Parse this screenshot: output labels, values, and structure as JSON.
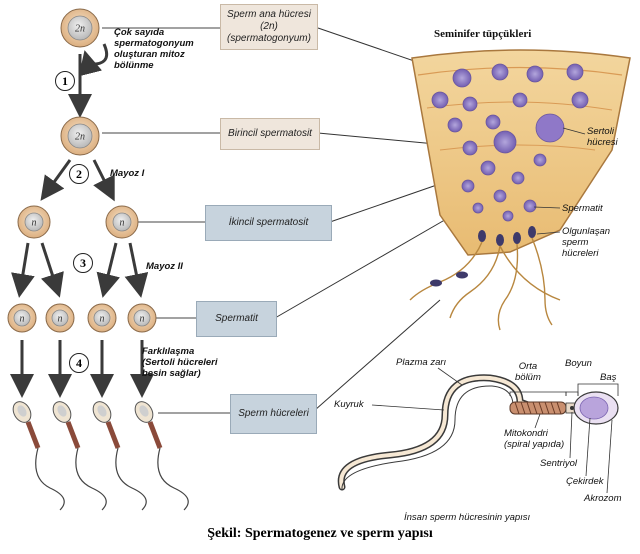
{
  "caption": "Şekil: Spermatogenez ve sperm yapısı",
  "boxes": {
    "spermatogonium": "Sperm ana hücresi (2n) (spermatogonyum)",
    "primary": "Birincil spermatosit",
    "secondary": "İkincil spermatosit",
    "spermatid": "Spermatit",
    "sperm": "Sperm hücreleri"
  },
  "steps": [
    "1",
    "2",
    "3",
    "4"
  ],
  "cell_labels": {
    "diploid": "2n",
    "haploid": "n"
  },
  "annotations": {
    "mitosis": [
      "Çok sayıda",
      "spermatogonyum",
      "oluşturan mitoz",
      "bölünme"
    ],
    "meiosis1": "Mayoz I",
    "meiosis2": "Mayoz II",
    "differentiation": [
      "Farklılaşma",
      "(Sertoli hücreleri",
      "besin sağlar)"
    ]
  },
  "tubule": {
    "title": "Seminifer tüpçükleri",
    "sertoli": [
      "Sertoli",
      "hücresi"
    ],
    "spermatid": "Spermatit",
    "maturing": [
      "Olgunlaşan",
      "sperm",
      "hücreleri"
    ]
  },
  "sperm_structure": {
    "title": "İnsan sperm hücresinin yapısı",
    "plasma": "Plazma zarı",
    "mid": [
      "Orta",
      "bölüm"
    ],
    "neck": "Boyun",
    "head": "Baş",
    "tail": "Kuyruk",
    "mito": [
      "Mitokondri",
      "(spiral yapıda)"
    ],
    "centriole": "Sentriyol",
    "nucleus": "Çekirdek",
    "acrosome": "Akrozom"
  },
  "colors": {
    "beige_box": "#efe6dc",
    "blue_box": "#c7d3dd",
    "cell_outer": "#e9c9a4",
    "cell_inner": "#d8d8d8",
    "tissue": "#efc98e",
    "nucleus": "#7a63b0"
  }
}
